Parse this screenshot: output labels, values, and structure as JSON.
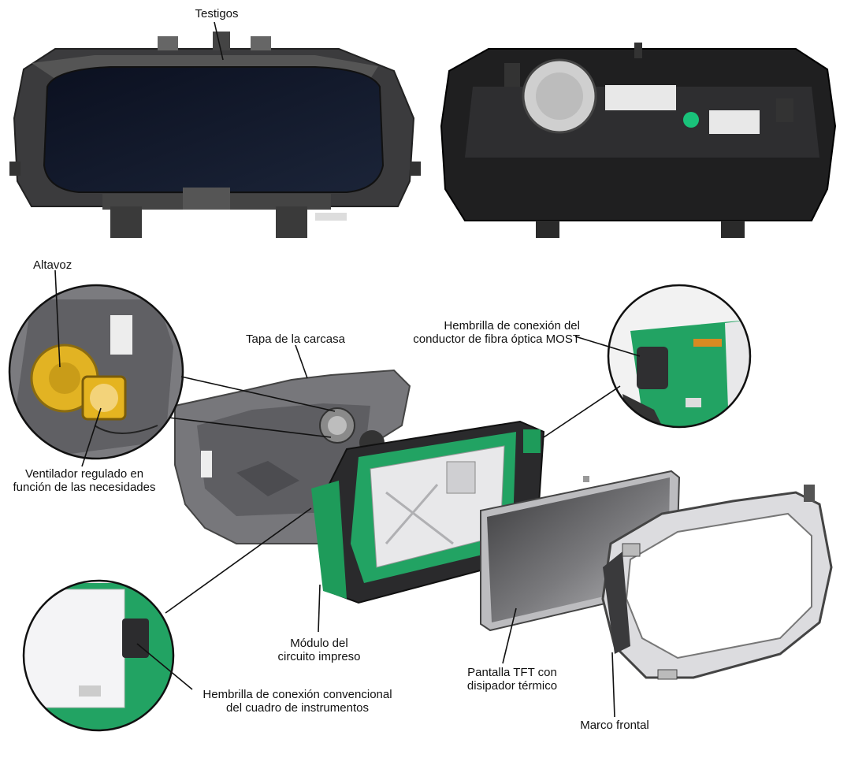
{
  "labels": {
    "testigos": "Testigos",
    "altavoz": "Altavoz",
    "tapa": "Tapa de la carcasa",
    "hembrilla_most": [
      "Hembrilla de conexión del",
      "conductor de fibra óptica MOST"
    ],
    "ventilador": [
      "Ventilador regulado en",
      "función de las necesidades"
    ],
    "modulo": [
      "Módulo del",
      "circuito impreso"
    ],
    "pantalla": [
      "Pantalla TFT con",
      "disipador térmico"
    ],
    "hembrilla_conv": [
      "Hembrilla de conexión convencional",
      "del cuadro de instrumentos"
    ],
    "marco": "Marco frontal"
  },
  "colors": {
    "housing_dark": "#2b2b2b",
    "housing_grey": "#5a5a5a",
    "screen": "#0e1424",
    "pcb_green": "#1e9b5a",
    "fan_yellow": "#e0b020",
    "cover_grey": "#6f6f73",
    "frame_light": "#d9d9dc",
    "line": "#111111"
  }
}
